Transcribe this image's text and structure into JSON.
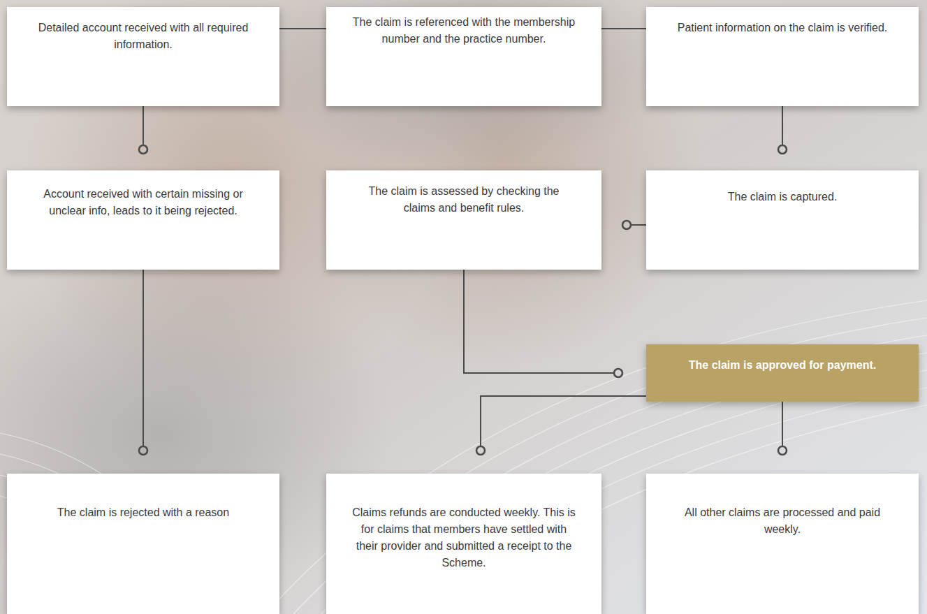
{
  "diagram": {
    "nodes": [
      {
        "text": [
          "Detailed account received with all required information."
        ]
      },
      {
        "text": [
          "The claim is referenced with the membership number and the practice number."
        ]
      },
      {
        "text": [
          "Patient information on the claim is verified."
        ]
      },
      {
        "text": [
          "Account received with certain missing or unclear info, leads to it being rejected."
        ]
      },
      {
        "text": [
          "The claim is assessed by checking the claims and benefit rules."
        ]
      },
      {
        "text": [
          "The claim is captured."
        ]
      },
      {
        "text": [
          "The claim is approved for payment."
        ]
      },
      {
        "text": [
          "The claim is rejected with a reason"
        ]
      },
      {
        "text": [
          "Claims refunds are conducted weekly. This is for claims that members have settled with their provider and submitted a receipt to the Scheme."
        ]
      },
      {
        "text": [
          "All other claims are processed and paid weekly."
        ]
      }
    ],
    "edges": [
      {
        "from": 0,
        "to": 1,
        "arrow": "none"
      },
      {
        "from": 1,
        "to": 2,
        "arrow": "none"
      },
      {
        "from": 0,
        "to": 3,
        "arrow": "to"
      },
      {
        "from": 2,
        "to": 5,
        "arrow": "to"
      },
      {
        "from": 5,
        "to": 4,
        "arrow": "to"
      },
      {
        "from": 4,
        "to": 6,
        "arrow": "to"
      },
      {
        "from": 3,
        "to": 7,
        "arrow": "to"
      },
      {
        "from": 6,
        "to": 8,
        "arrow": "to"
      },
      {
        "from": 6,
        "to": 9,
        "arrow": "to"
      }
    ]
  }
}
